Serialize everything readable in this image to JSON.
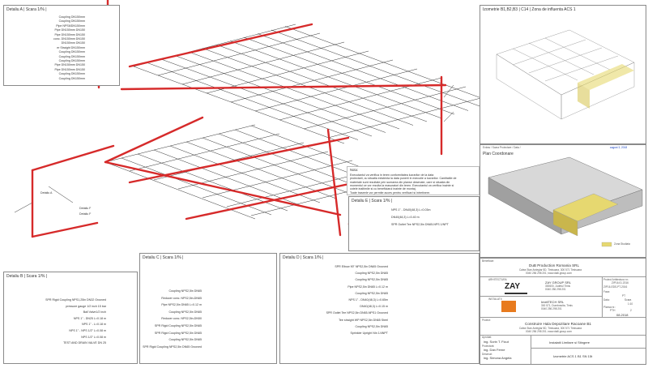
{
  "details": {
    "a": {
      "title": "Detaliu A | Scara 1/% |",
      "labels": [
        "Coupling DN150mm",
        "Coupling DN150mm",
        "Pipe NPS6/DN150mm",
        "Pipe DN150mm DN150",
        "Pipe DN150mm DN150",
        "conc. DN150mm DN150",
        "DN150mm DN150",
        "er Straight DN150mm",
        "Coupling DN150mm",
        "Coupling DN150mm",
        "Coupling DN150mm",
        "Pipe DN150mm DN150",
        "Pipe DN150mm DN150",
        "Coupling DN150mm",
        "Coupling DN150mm"
      ]
    },
    "b": {
      "title": "Detaliu B | Scara 1/% |",
      "labels": [
        "SPR Rigid Coupling NPS1,25in DN32 Grooved",
        "pressure gauge 1/2 inch 15 bar",
        "Ball Valve1/2 inch",
        "NPS 1\" - DN25 L=0.18 m",
        "NPS 1\" - L=0.18 m",
        "NPS 1\" - NPS 1/2\" L=0.08 m",
        "NPS 1/2\" L=0.08 m",
        "TEST AND DRAIN VALVE DN 25"
      ]
    },
    "c": {
      "title": "Detaliu C | Scara 1/% |",
      "labels": [
        "Coupling NPS2,5in DN65",
        "Reducer conc. NPS2,5in-DN65",
        "Pipe NPS2,5in DN65 L=0.12 m",
        "Coupling NPS2,5in DN65",
        "Reducer conc. NPS2,5in-DN50",
        "SPR Rigid Coupling NPS2,5in DN65",
        "SPR Rigid Coupling NPS2,5in DN65",
        "Coupling NPS2,5in DN65",
        "SPR Rigid Coupling NPS2,5in DN65 Grooved"
      ]
    },
    "d": {
      "title": "Detaliu D | Scara 1/% |",
      "labels": [
        "SPR Elbow 90\" NPS2,5in DN65 Grooved",
        "Coupling NPS2,5in DN65",
        "Coupling NPS2,5in DN65",
        "Pipe NPS2,5in DN65 L=0.12 m",
        "Coupling NPS2,5in DN65",
        "NPS 1\" - DN40(48,3) L=0.65m",
        "DN40(48,3) L=0.15 m",
        "SPR Outlet Tee NPS2,5in DN65-NPS1 Grooved",
        "Tee straight WP NPS2,5in DN65 Steel",
        "Coupling NPS2,5in DN65",
        "Sprinkler Upright NIn 1/4NPT"
      ]
    },
    "e": {
      "title": "Detaliu E | Scara 1/% |",
      "labels": [
        "NPS 1\" - DN40(48,3) L=0.03m",
        "DN40(48,3) L=0.40 m",
        "SPR Outlet Tee NPS2,5in DN65-NPS 1/NPT"
      ]
    },
    "f": {
      "title": "Detaliu F"
    }
  },
  "note": {
    "title": "Nota:",
    "lines": [
      "Executantul va verifica in teren conformitatea lucrarilor de la data",
      "proiectarii, cu situatia existenta la data punerii in executie a lucrarilor. Cantitatile de",
      "materiale sunt rezultate prin sumarea din planse desenate, care si situatia din",
      "momentul ce vor rezulta la masuratori din teren. Executantul va verifica inainte si",
      "cotele inaltimile si cu beneficiarul inainte de montaj.",
      "Toate traseele vor permite acces pentru verificari si intretinere."
    ]
  },
  "plan_labels": {
    "detaliu_a": "Detaliu A",
    "detaliu_f": "Detaliu F"
  },
  "isometric": {
    "title": "Izometrie B1,B2,B3 | C14 | Zona de influenta ACS 1"
  },
  "plan_coord": {
    "header": "Extras / Scara Proiectare / Data /",
    "title": "Plan Coordonare",
    "stamp": "august 3, 2018",
    "legend": "Zona Studiata"
  },
  "title_block": {
    "beneficiar_label": "Beneficiar:",
    "beneficiar_name": "DuB Production Romania SRL",
    "beneficiar_addr1": "Calea Stan Ardeglar 5D, Timisoara, 300 571 Timisoara",
    "beneficiar_addr2": "0040 256 298 201; www.dalli-group.com",
    "architect_label": "ARHITECTURA",
    "architect_name": "ZAY GROUP SRL",
    "architect_addr": "300600, Judetul Timis",
    "architect_phone": "0040 256 298 201",
    "installer_label": "INSTALATII",
    "installer_name": "ImeliTECH SRL",
    "installer_addr": "300 571, Dumbravita, Timis",
    "installer_phone": "0040 256 298 201",
    "proj_num_label": "Proiect Arhitectura nr.:",
    "proj_num": "ZIP16.01.2016",
    "proj_num2": "ZIP16-EDS-PT-2016",
    "rev_label": "Faza:",
    "rev": "PT",
    "date_label": "Data:",
    "date": "08.2018",
    "proj_label": "Proiect:",
    "proj_name": "Construire Hala Depozitare Racoane B1",
    "proj_addr1": "Calea Stan Ardeglar 5D, Timisoara, 300 571 Timisoara",
    "proj_addr2": "0040 256 298 201; www.dalli-group.com",
    "approved_label": "Aprobat:",
    "approved_name": "ing. Sorin T. Ficut",
    "designed_label": "Proiectant:",
    "designed_name": "ing. Dan Ferne",
    "drawn_label": "Desenat:",
    "drawn_name": "ing. Simona Angela",
    "install_label": "Instalatii Limitare si Stingere",
    "drawing_label": "Izometrie ACS 1 B1 SN 15t",
    "plansa_label": "Plansa nr.:",
    "plansa": "PTH",
    "sheet": "2",
    "scale_label": "Scara",
    "scale": "1:10"
  },
  "colors": {
    "pipe": "#d62a2a",
    "grid": "#333333",
    "accent_yellow": "#e6d870"
  }
}
